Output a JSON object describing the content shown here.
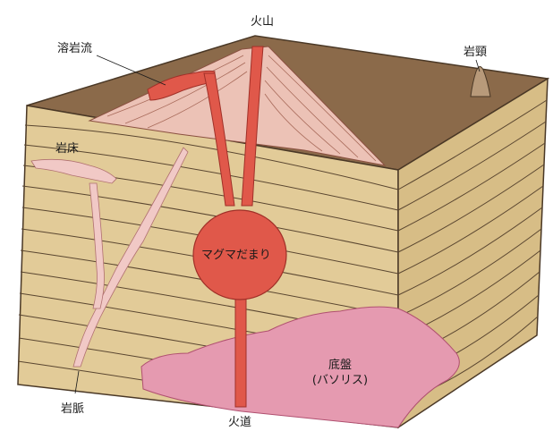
{
  "labels": {
    "volcano": "火山",
    "lava_flow": "溶岩流",
    "volcanic_neck": "岩頸",
    "sill": "岩床",
    "magma_chamber": "マグマだまり",
    "batholith_line1": "底盤",
    "batholith_line2": "(バソリス)",
    "dike": "岩脈",
    "volcanic_conduit": "火道"
  },
  "colors": {
    "top_surface": "#8b6a4a",
    "strata": "#e2cb98",
    "strata_side": "#d7bd86",
    "strata_line": "#5a4630",
    "volcano_cone": "#ecc2b6",
    "magma": "#e0584a",
    "batholith": "#e59ab0",
    "dike_sill": "#f1c9c6"
  }
}
